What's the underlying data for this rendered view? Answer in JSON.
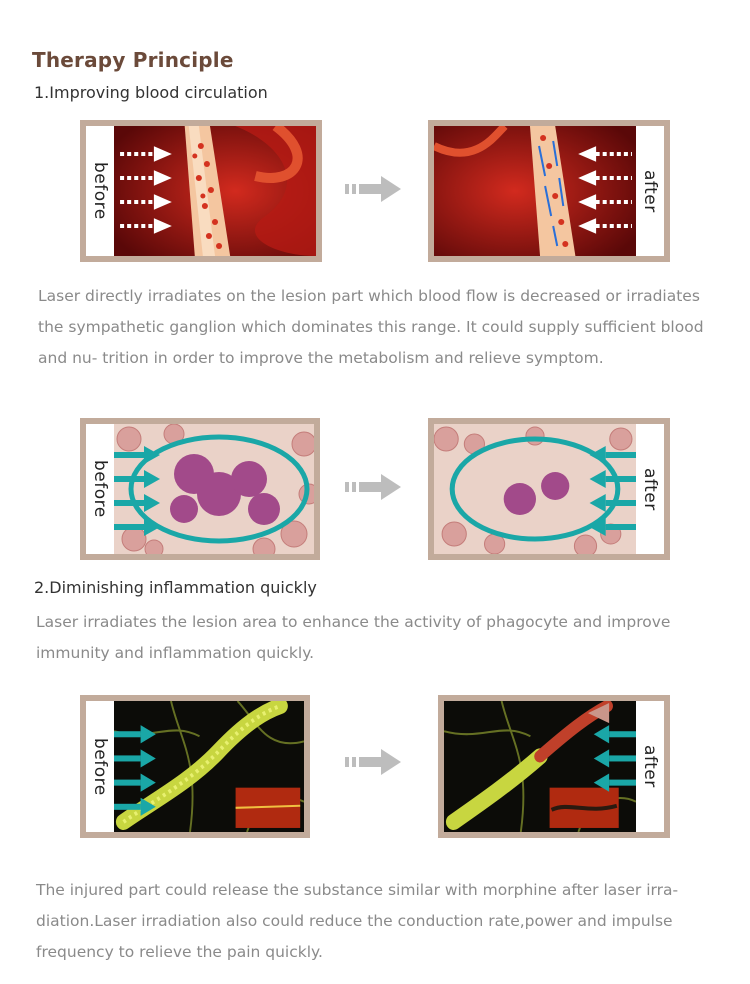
{
  "page": {
    "title": "Therapy Principle"
  },
  "sections": [
    {
      "heading": "1.Improving blood circulation",
      "before_label": "before",
      "after_label": "after",
      "description": "Laser directly irradiates on the lesion part which blood flow is decreased or irradiates the sympathetic ganglion which dominates this range. It could supply sufficient blood and nu- trition in order to improve the metabolism and relieve symptom."
    },
    {
      "heading": "2.Diminishing inflammation quickly",
      "before_label": "before",
      "after_label": "after",
      "description": "Laser irradiates the lesion area to enhance the activity of phagocyte and improve immunity and inflammation quickly."
    },
    {
      "before_label": "before",
      "after_label": "after",
      "description": "The injured part could release the substance similar with morphine after laser irra- diation.Laser irradiation also could reduce the conduction rate,power and impulse frequency to relieve the pain quickly."
    }
  ],
  "colors": {
    "title": "#6b4a3a",
    "frame": "#c2ab9b",
    "body_text": "#8a8a8a",
    "teal_arrow": "#1aa7a7",
    "grey_arrow": "#bdbdbd"
  },
  "icons": {
    "transition": "right-arrow-icon"
  }
}
